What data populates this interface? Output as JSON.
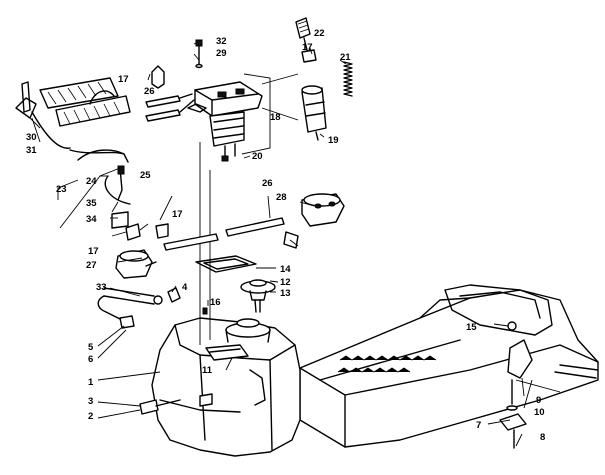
{
  "callouts": {
    "c1": "1",
    "c2": "2",
    "c3": "3",
    "c4": "4",
    "c5": "5",
    "c6": "6",
    "c7": "7",
    "c8": "8",
    "c9": "9",
    "c10": "10",
    "c11": "11",
    "c12": "12",
    "c13": "13",
    "c14": "14",
    "c15": "15",
    "c16": "16",
    "c17a": "17",
    "c17b": "17",
    "c17c": "17",
    "c17d": "17",
    "c18": "18",
    "c19": "19",
    "c20": "20",
    "c21": "21",
    "c22": "22",
    "c23": "23",
    "c24": "24",
    "c25": "25",
    "c26a": "26",
    "c26b": "26",
    "c27": "27",
    "c28": "28",
    "c29": "29",
    "c30": "30",
    "c31": "31",
    "c32": "32",
    "c33": "33",
    "c34": "34",
    "c35": "35"
  }
}
